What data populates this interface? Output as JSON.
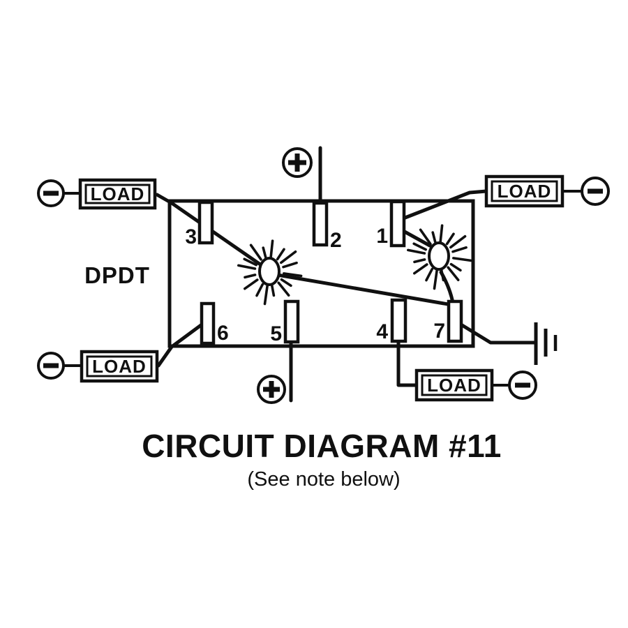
{
  "figure": {
    "title": "CIRCUIT DIAGRAM #11",
    "subtitle": "(See note below)",
    "switch_type_label": "DPDT"
  },
  "switch": {
    "terminals": {
      "t1": "1",
      "t2": "2",
      "t3": "3",
      "t4": "4",
      "t5": "5",
      "t6": "6",
      "t7": "7"
    }
  },
  "loads": {
    "top_left": "LOAD",
    "top_right": "LOAD",
    "bottom_left": "LOAD",
    "bottom_right": "LOAD"
  },
  "power": {
    "positive_symbol": "+",
    "negative_symbol": "−",
    "positive_count": 2,
    "negative_count": 4
  },
  "symbols": {
    "lamps": [
      "left-lamp",
      "right-lamp"
    ],
    "ground": "chassis-ground"
  },
  "colors": {
    "ink": "#101010",
    "paper": "#ffffff"
  }
}
